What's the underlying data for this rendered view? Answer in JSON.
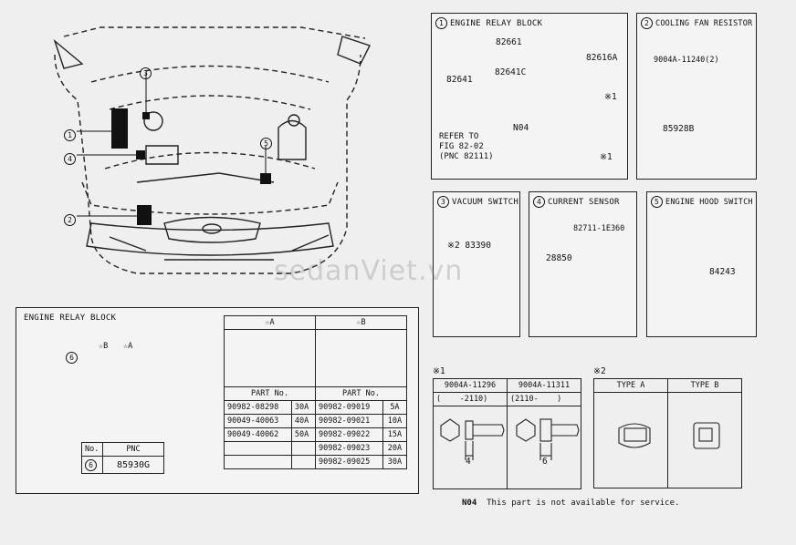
{
  "panels": {
    "p1": {
      "num": "1",
      "title": "ENGINE RELAY BLOCK"
    },
    "p2": {
      "num": "2",
      "title": "COOLING FAN RESISTOR"
    },
    "p3": {
      "num": "3",
      "title": "VACUUM SWITCH"
    },
    "p4": {
      "num": "4",
      "title": "CURRENT SENSOR"
    },
    "p5": {
      "num": "5",
      "title": "ENGINE HOOD SWITCH"
    }
  },
  "callouts": [
    "1",
    "2",
    "3",
    "4",
    "5",
    "6"
  ],
  "parts": {
    "p1": {
      "a": "82661",
      "b": "82616A",
      "c": "82641C",
      "d": "82641",
      "e": "N04",
      "f": "※1",
      "g": "※1",
      "refer": [
        "REFER TO",
        "FIG 82-02",
        "(PNC 82111)"
      ]
    },
    "p2": {
      "a": "9004A-11240(2)",
      "b": "85928B"
    },
    "p3": {
      "a": "※2 83390"
    },
    "p4": {
      "a": "82711-1E360",
      "b": "28850"
    },
    "p5": {
      "a": "84243"
    }
  },
  "relay_block": {
    "title": "ENGINE RELAY BLOCK",
    "star_a": "☆A",
    "star_b": "☆B",
    "callout": "6",
    "no_header": "No.",
    "pnc_header": "PNC",
    "no_value": "6",
    "pnc_value": "85930G"
  },
  "fuse_table": {
    "header_a": "☆A",
    "header_b": "☆B",
    "part_no_label": "PART No.",
    "rows_a": [
      {
        "part": "90982-08298",
        "amp": "30A"
      },
      {
        "part": "90049-40063",
        "amp": "40A"
      },
      {
        "part": "90049-40062",
        "amp": "50A"
      },
      {
        "part": "",
        "amp": ""
      },
      {
        "part": "",
        "amp": ""
      }
    ],
    "rows_b": [
      {
        "part": "90982-09019",
        "amp": "5A"
      },
      {
        "part": "90982-09021",
        "amp": "10A"
      },
      {
        "part": "90982-09022",
        "amp": "15A"
      },
      {
        "part": "90982-09023",
        "amp": "20A"
      },
      {
        "part": "90982-09025",
        "amp": "30A"
      }
    ]
  },
  "note1": {
    "mark": "※1",
    "col1_part": "9004A-11296",
    "col1_range": "(    -2110)",
    "col1_dim": "4",
    "col2_part": "9004A-11311",
    "col2_range": "(2110-    )",
    "col2_dim": "6"
  },
  "note2": {
    "mark": "※2",
    "type_a": "TYPE A",
    "type_b": "TYPE B"
  },
  "footnote": {
    "code": "N04",
    "text": "This part is not available for service."
  },
  "watermark": "sedanViet.vn"
}
